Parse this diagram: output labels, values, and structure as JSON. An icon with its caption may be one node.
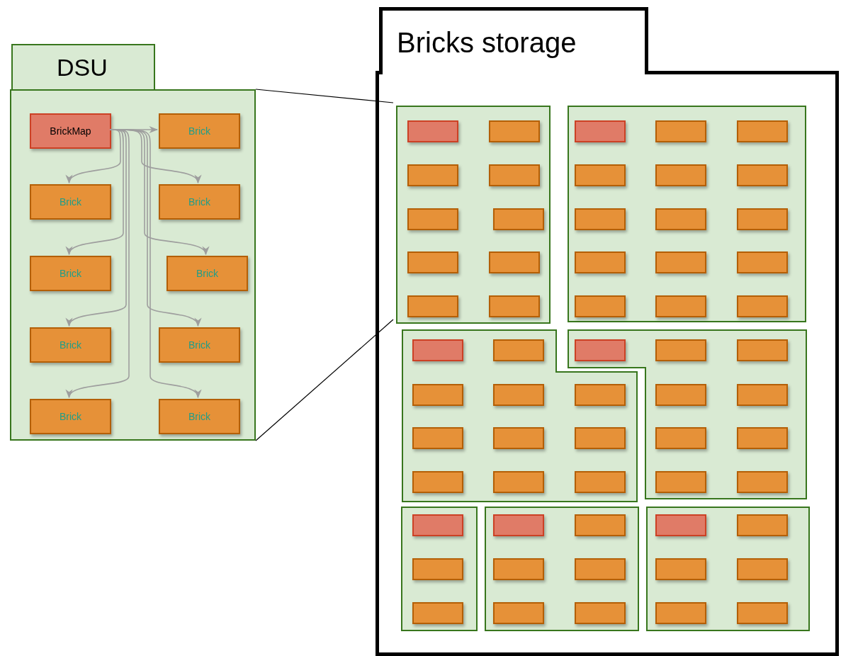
{
  "diagram": {
    "nodes": [
      {
        "text": [
          "DSU"
        ]
      },
      {
        "text": [
          "BrickMap"
        ],
        "in": 0
      },
      {
        "text": [
          "Brick"
        ],
        "in": 0
      },
      {
        "text": [
          "Brick"
        ],
        "in": 0
      },
      {
        "text": [
          "Brick"
        ],
        "in": 0
      },
      {
        "text": [
          "Brick"
        ],
        "in": 0
      },
      {
        "text": [
          "Brick"
        ],
        "in": 0
      },
      {
        "text": [
          "Brick"
        ],
        "in": 0
      },
      {
        "text": [
          "Brick"
        ],
        "in": 0
      },
      {
        "text": [
          "Brick"
        ],
        "in": 0
      },
      {
        "text": [
          "Brick"
        ],
        "in": 0
      },
      {
        "text": [
          "Bricks storage"
        ]
      },
      {
        "text": [],
        "shape": "box",
        "in": 11
      },
      {
        "text": [],
        "shape": "box",
        "in": 12
      },
      {
        "text": [],
        "shape": "box",
        "in": 12
      },
      {
        "text": [],
        "shape": "box",
        "in": 12
      },
      {
        "text": [],
        "shape": "box",
        "in": 12
      },
      {
        "text": [],
        "shape": "box",
        "in": 12
      },
      {
        "text": [],
        "shape": "box",
        "in": 12
      },
      {
        "text": [],
        "shape": "box",
        "in": 12
      },
      {
        "text": [],
        "shape": "box",
        "in": 12
      },
      {
        "text": [],
        "shape": "box",
        "in": 12
      },
      {
        "text": [],
        "shape": "box",
        "in": 12
      },
      {
        "text": [],
        "shape": "box",
        "in": 11
      },
      {
        "text": [],
        "shape": "box",
        "in": 23
      },
      {
        "text": [],
        "shape": "box",
        "in": 23
      },
      {
        "text": [],
        "shape": "box",
        "in": 23
      },
      {
        "text": [],
        "shape": "box",
        "in": 23
      },
      {
        "text": [],
        "shape": "box",
        "in": 23
      },
      {
        "text": [],
        "shape": "box",
        "in": 23
      },
      {
        "text": [],
        "shape": "box",
        "in": 23
      },
      {
        "text": [],
        "shape": "box",
        "in": 23
      },
      {
        "text": [],
        "shape": "box",
        "in": 23
      },
      {
        "text": [],
        "shape": "box",
        "in": 23
      },
      {
        "text": [],
        "shape": "box",
        "in": 23
      },
      {
        "text": [],
        "shape": "box",
        "in": 23
      },
      {
        "text": [],
        "shape": "box",
        "in": 23
      },
      {
        "text": [],
        "shape": "box",
        "in": 23
      },
      {
        "text": [],
        "shape": "box",
        "in": 23
      },
      {
        "text": [],
        "shape": "box",
        "in": 11
      },
      {
        "text": [],
        "shape": "box",
        "in": 39
      },
      {
        "text": [],
        "shape": "box",
        "in": 39
      },
      {
        "text": [],
        "shape": "box",
        "in": 39
      },
      {
        "text": [],
        "shape": "box",
        "in": 39
      },
      {
        "text": [],
        "shape": "box",
        "in": 39
      },
      {
        "text": [],
        "shape": "box",
        "in": 39
      },
      {
        "text": [],
        "shape": "box",
        "in": 39
      },
      {
        "text": [],
        "shape": "box",
        "in": 39
      },
      {
        "text": [],
        "shape": "box",
        "in": 39
      },
      {
        "text": [],
        "shape": "box",
        "in": 39
      },
      {
        "text": [],
        "shape": "box",
        "in": 39
      },
      {
        "text": [],
        "shape": "box",
        "in": 11
      },
      {
        "text": [],
        "shape": "box",
        "in": 51
      },
      {
        "text": [],
        "shape": "box",
        "in": 51
      },
      {
        "text": [],
        "shape": "box",
        "in": 51
      },
      {
        "text": [],
        "shape": "box",
        "in": 51
      },
      {
        "text": [],
        "shape": "box",
        "in": 51
      },
      {
        "text": [],
        "shape": "box",
        "in": 51
      },
      {
        "text": [],
        "shape": "box",
        "in": 51
      },
      {
        "text": [],
        "shape": "box",
        "in": 51
      },
      {
        "text": [],
        "shape": "box",
        "in": 51
      },
      {
        "text": [],
        "shape": "box",
        "in": 11
      },
      {
        "text": [],
        "shape": "box",
        "in": 61
      },
      {
        "text": [],
        "shape": "box",
        "in": 61
      },
      {
        "text": [],
        "shape": "box",
        "in": 61
      },
      {
        "text": [],
        "shape": "box",
        "in": 11
      },
      {
        "text": [],
        "shape": "box",
        "in": 65
      },
      {
        "text": [],
        "shape": "box",
        "in": 65
      },
      {
        "text": [],
        "shape": "box",
        "in": 65
      },
      {
        "text": [],
        "shape": "box",
        "in": 65
      },
      {
        "text": [],
        "shape": "box",
        "in": 65
      },
      {
        "text": [],
        "shape": "box",
        "in": 65
      },
      {
        "text": [],
        "shape": "box",
        "in": 11
      },
      {
        "text": [],
        "shape": "box",
        "in": 72
      },
      {
        "text": [],
        "shape": "box",
        "in": 72
      },
      {
        "text": [],
        "shape": "box",
        "in": 72
      },
      {
        "text": [],
        "shape": "box",
        "in": 72
      },
      {
        "text": [],
        "shape": "box",
        "in": 72
      },
      {
        "text": [],
        "shape": "box",
        "in": 72
      }
    ],
    "edges": [
      {
        "from": 1,
        "to": 2,
        "arrow": "to"
      },
      {
        "from": 1,
        "to": 3,
        "arrow": "to"
      },
      {
        "from": 1,
        "to": 4,
        "arrow": "to"
      },
      {
        "from": 1,
        "to": 5,
        "arrow": "to"
      },
      {
        "from": 1,
        "to": 6,
        "arrow": "to"
      },
      {
        "from": 1,
        "to": 7,
        "arrow": "to"
      },
      {
        "from": 1,
        "to": 8,
        "arrow": "to"
      },
      {
        "from": 1,
        "to": 9,
        "arrow": "to"
      },
      {
        "from": 1,
        "to": 10,
        "arrow": "to"
      },
      {
        "from": 0,
        "to": 12,
        "arrow": "none",
        "color": "#000000"
      },
      {
        "from": 0,
        "to": 12,
        "arrow": "none",
        "color": "#000000"
      }
    ]
  }
}
